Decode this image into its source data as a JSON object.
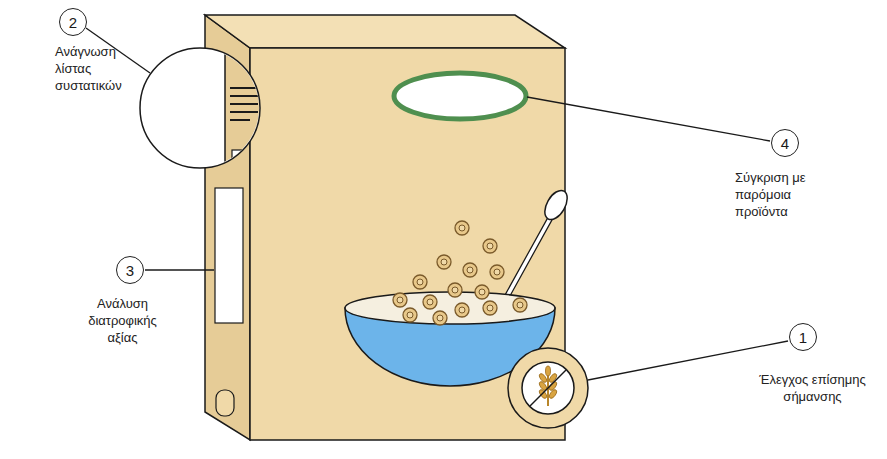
{
  "diagram": {
    "nodes": [
      {
        "text": [
          "1"
        ]
      },
      {
        "text": [
          "2"
        ]
      },
      {
        "text": [
          "3"
        ]
      },
      {
        "text": [
          "4"
        ]
      }
    ],
    "labels": [
      "Έλεγχος επίσημης σήμανσης",
      "Ανάγνωση λίστας συστατικών",
      "Ανάλυση διατροφικής αξίας",
      "Σύγκριση με παρόμοια προϊόντα"
    ]
  }
}
